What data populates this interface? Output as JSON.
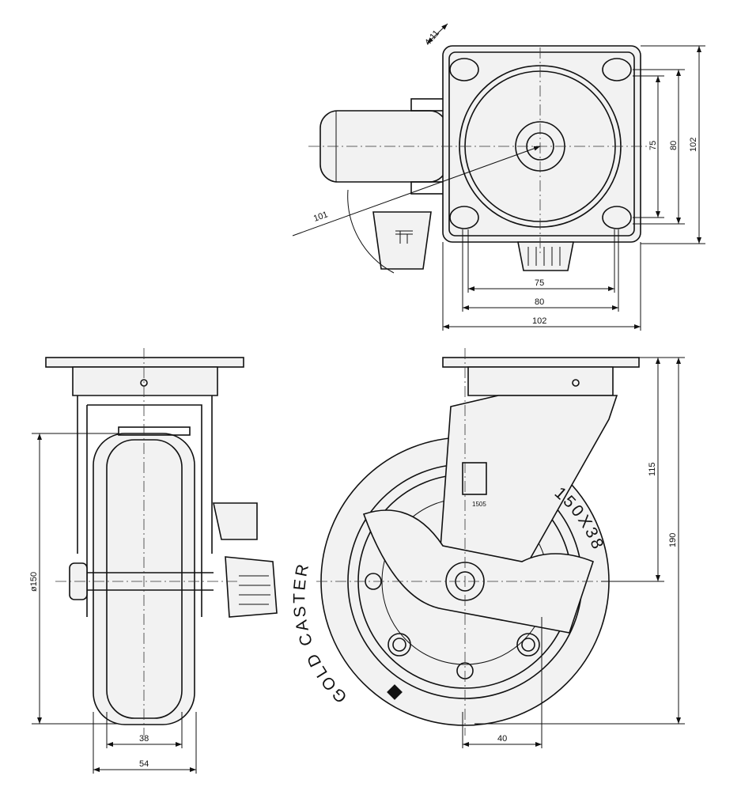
{
  "top_view": {
    "hole_label": "4-11",
    "radius_label": "101",
    "dims": {
      "d75v": "75",
      "d80v": "80",
      "d102v": "102",
      "d75h": "75",
      "d80h": "80",
      "d102h": "102"
    }
  },
  "side_view": {
    "diameter_label": "ø150",
    "width_38": "38",
    "width_54": "54"
  },
  "front_view": {
    "wheel_brand": "GOLD CASTER",
    "wheel_size": "150X38",
    "stamp": "1505",
    "dims": {
      "d115": "115",
      "d190": "190",
      "d40": "40"
    }
  }
}
